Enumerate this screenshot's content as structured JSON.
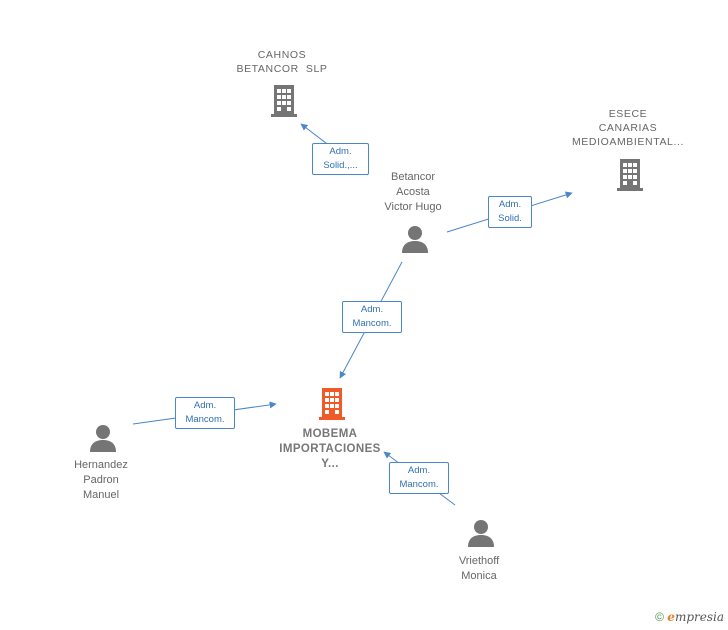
{
  "nodes": {
    "cahnos": {
      "line1": "CAHNOS",
      "line2": "BETANCOR  SLP"
    },
    "esece": {
      "line1": "ESECE",
      "line2": "CANARIAS",
      "line3": "MEDIOAMBIENTAL..."
    },
    "betancor": {
      "line1": "Betancor",
      "line2": "Acosta",
      "line3": "Victor Hugo"
    },
    "mobema": {
      "line1": "MOBEMA",
      "line2": "IMPORTACIONES",
      "line3": "Y..."
    },
    "hernandez": {
      "line1": "Hernandez",
      "line2": "Padron",
      "line3": "Manuel"
    },
    "vriethoff": {
      "line1": "Vriethoff",
      "line2": "Monica"
    }
  },
  "edges": {
    "betancor_cahnos": {
      "line1": "Adm.",
      "line2": "Solid.,..."
    },
    "betancor_esece": {
      "line1": "Adm.",
      "line2": "Solid."
    },
    "betancor_mobema": {
      "line1": "Adm.",
      "line2": "Mancom."
    },
    "hernandez_mobema": {
      "line1": "Adm.",
      "line2": "Mancom."
    },
    "vriethoff_mobema": {
      "line1": "Adm.",
      "line2": "Mancom."
    }
  },
  "colors": {
    "edge": "#4a86c8",
    "company_icon": "#757575",
    "main_icon": "#f05a28",
    "person_icon": "#757575"
  },
  "watermark": {
    "copyright": "©",
    "brand": "mpresia",
    "brand_initial": "e"
  }
}
